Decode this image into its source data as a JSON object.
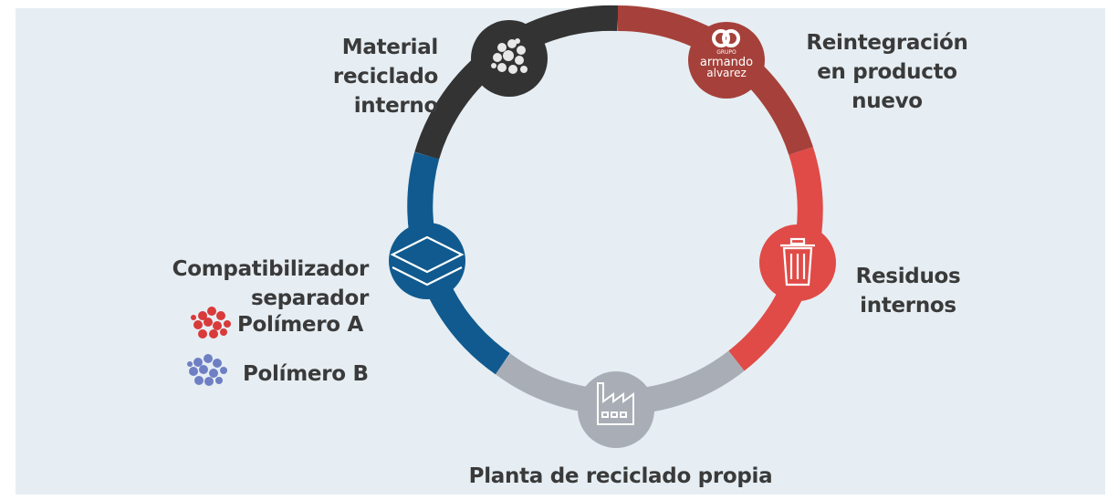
{
  "colors": {
    "background": "#e6eef3",
    "dark_segment": "#333333",
    "brand_red": "#a5413a",
    "bright_red": "#e04b47",
    "gray_segment": "#a9aeb6",
    "blue_segment": "#105a8f",
    "label_text": "#3a3a3a"
  },
  "nodes": {
    "recycled": {
      "label_lines": [
        "Material",
        "reciclado",
        "interno"
      ],
      "icon": "recycled-material-icon"
    },
    "reintegration": {
      "label_lines": [
        "Reintegración",
        "en producto",
        "nuevo"
      ],
      "icon": "brand-logo",
      "logo": {
        "top": "GRUPO",
        "line1": "armando",
        "line2": "alvarez"
      }
    },
    "waste": {
      "label_lines": [
        "Residuos",
        "internos"
      ],
      "icon": "trash-icon"
    },
    "plant": {
      "label": "Planta de reciclado propia",
      "icon": "factory-icon"
    },
    "compatibilizer": {
      "label_lines": [
        "Compatibilizador",
        "separador"
      ],
      "icon": "layers-icon"
    }
  },
  "legend": [
    {
      "label": "Polímero A",
      "color": "#d93a3a"
    },
    {
      "label": "Polímero B",
      "color": "#6f7fc4"
    }
  ]
}
